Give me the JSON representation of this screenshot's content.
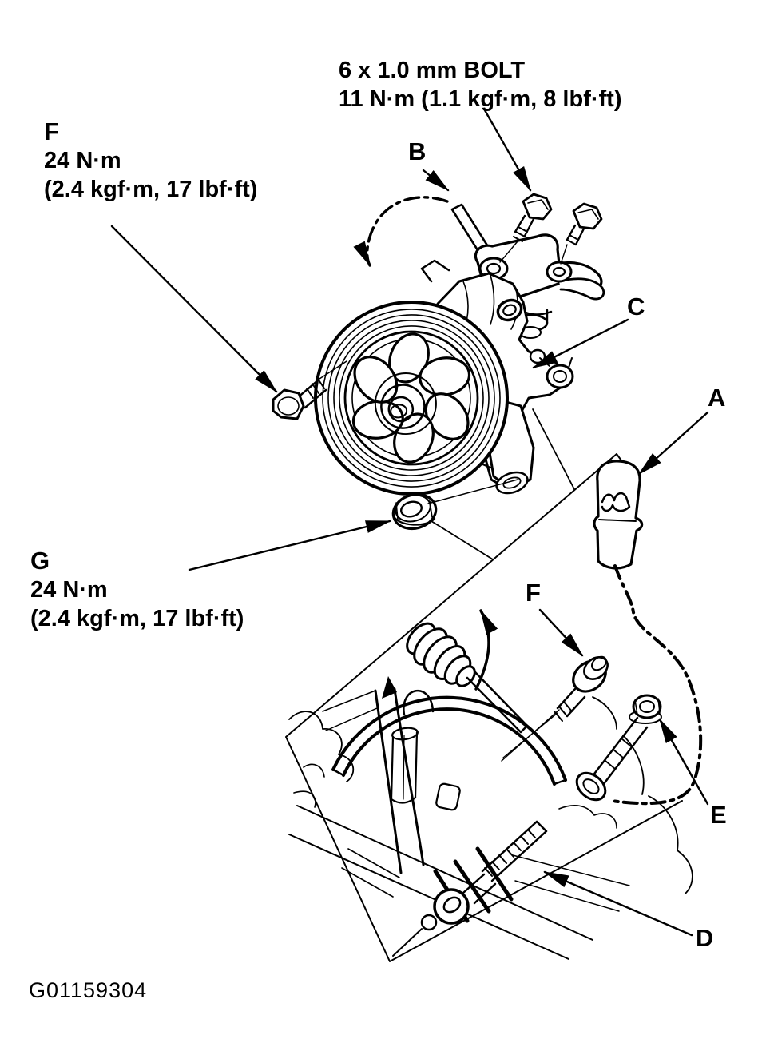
{
  "figure_id": "G01159304",
  "colors": {
    "ink": "#000000",
    "paper": "#ffffff"
  },
  "callouts": {
    "bolt_spec": {
      "line1": "6 x 1.0 mm BOLT",
      "line2": "11 N·m (1.1 kgf·m, 8 lbf·ft)"
    },
    "f_upper": {
      "letter": "F",
      "line1": "24 N·m",
      "line2": "(2.4 kgf·m, 17 lbf·ft)"
    },
    "b": {
      "letter": "B"
    },
    "c": {
      "letter": "C"
    },
    "a": {
      "letter": "A"
    },
    "g": {
      "letter": "G",
      "line1": "24 N·m",
      "line2": "(2.4 kgf·m, 17 lbf·ft)"
    },
    "f_lower": {
      "letter": "F"
    },
    "e": {
      "letter": "E"
    },
    "d": {
      "letter": "D"
    }
  }
}
